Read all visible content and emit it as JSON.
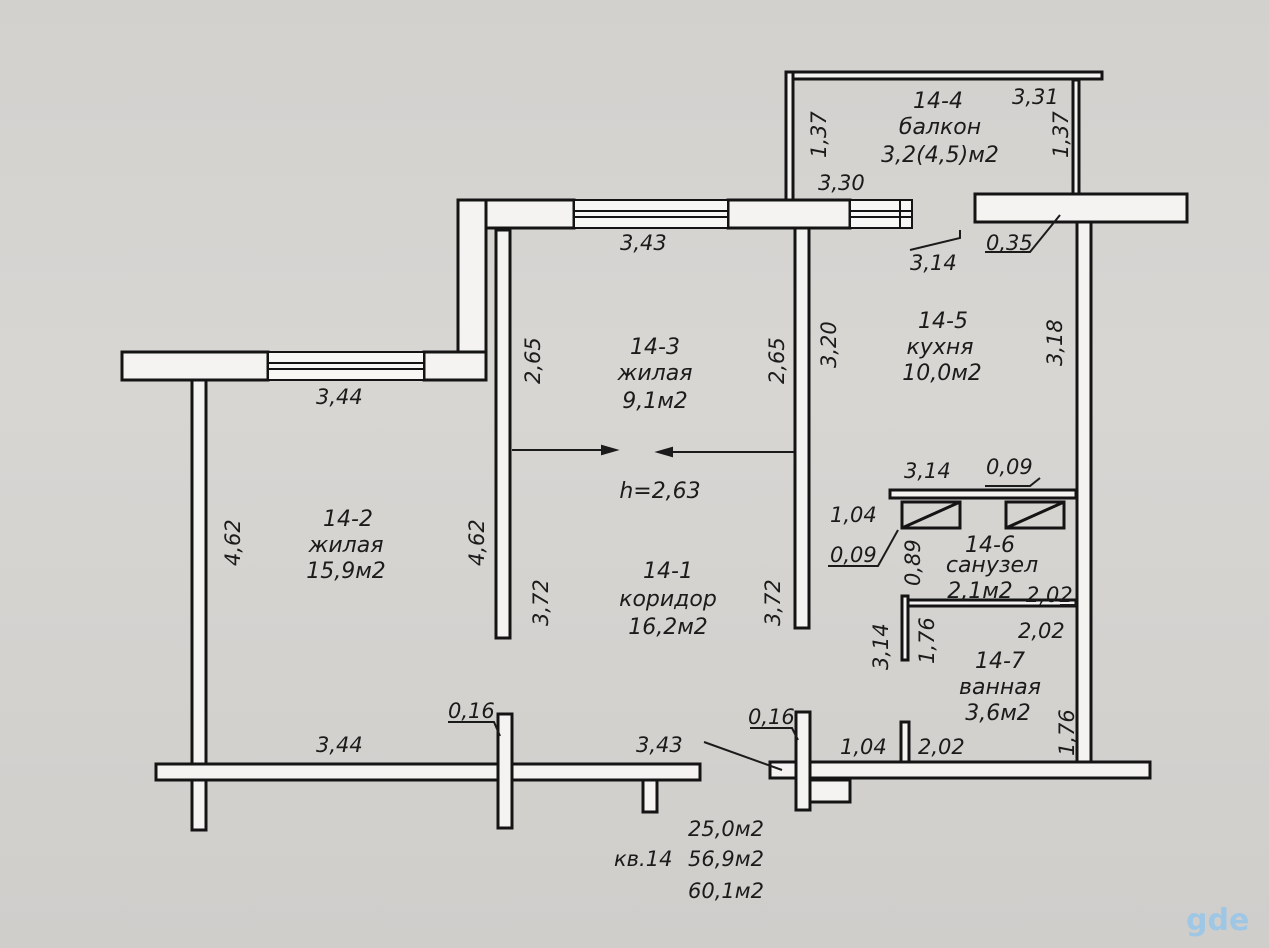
{
  "rooms": {
    "r1": {
      "num": "14-1",
      "name": "коридор",
      "area": "16,2м2"
    },
    "r2": {
      "num": "14-2",
      "name": "жилая",
      "area": "15,9м2"
    },
    "r3": {
      "num": "14-3",
      "name": "жилая",
      "area": "9,1м2"
    },
    "r4": {
      "num": "14-4",
      "name": "балкон",
      "area": "3,2(4,5)м2"
    },
    "r5": {
      "num": "14-5",
      "name": "кухня",
      "area": "10,0м2"
    },
    "r6": {
      "num": "14-6",
      "name": "санузел",
      "area": "2,1м2"
    },
    "r7": {
      "num": "14-7",
      "name": "ванная",
      "area": "3,6м2"
    }
  },
  "height": "h=2,63",
  "dims": {
    "d331": "3,31",
    "d137a": "1,37",
    "d137b": "1,37",
    "d330": "3,30",
    "d343top": "3,43",
    "d314a": "3,14",
    "d035": "0,35",
    "d344top": "3,44",
    "d265a": "2,65",
    "d265b": "2,65",
    "d320": "3,20",
    "d318": "3,18",
    "d462a": "4,62",
    "d462b": "4,62",
    "d372a": "3,72",
    "d372b": "3,72",
    "d314b": "3,14",
    "d009a": "0,09",
    "d104a": "1,04",
    "d009b": "0,09",
    "d089": "0,89",
    "d202a": "2,02",
    "d202b": "2,02",
    "d314c": "3,14",
    "d176a": "1,76",
    "d176b": "1,76",
    "d016a": "0,16",
    "d016b": "0,16",
    "d344bot": "3,44",
    "d343bot": "3,43",
    "d104b": "1,04",
    "d202c": "2,02"
  },
  "totals": {
    "living": "25,0м2",
    "flat": "кв.14",
    "total": "56,9м2",
    "total_balcony": "60,1м2"
  },
  "watermark": "gde",
  "colors": {
    "wall": "#141414",
    "wall_fill": "#f4f3f1",
    "window_fill": "#f7f7f5"
  }
}
